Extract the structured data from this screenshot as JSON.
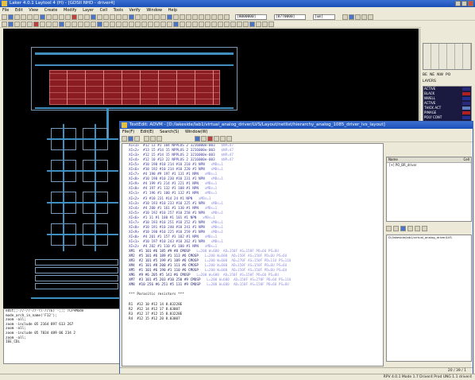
{
  "main_window": {
    "title": "Laker 4.0.1 Laytool 4 (H) - [GDSII NHD - driver4]",
    "menus": [
      "File",
      "Edit",
      "View",
      "Create",
      "Modify",
      "Layer",
      "Cell",
      "Tools",
      "Verify",
      "Window",
      "Help"
    ],
    "toolbar_fields": [
      "[8000000]",
      "[8770000]",
      "[um]"
    ]
  },
  "editor_window": {
    "title": "TextEdit: ADVM - [D:/lakeside/lab1/virtual_analog_driver/LVS/Layout/netlist/hierarchy_analog_1085_driver_lvs_layout]",
    "menus": [
      "File(F)",
      "Edit(E)",
      "Search(S)",
      "Window(W)"
    ],
    "lines": [
      {
        "t": "XI<1>  #12 13 #1 104 NPPLUS 2 3216000e-003",
        "c": "$NP=47",
        "k": "net"
      },
      {
        "t": "XI<2>  #13 15 #14 15 NPPLUS 2 3216000e-003",
        "c": "$NP=47",
        "k": "net"
      },
      {
        "t": "XI<3>  #12 15 #14 15 NPPLUS 2 3216000e-003",
        "c": "$NP=47",
        "k": "net"
      },
      {
        "t": "XI<4>  #12 10 #13 22 NPPLUS 2 3216000e-003",
        "c": "$NP=47",
        "k": "net"
      },
      {
        "t": "XI<5>  #10 190 #10 214 #10 210 #1 NPN",
        "c": "xMBs=1",
        "k": "net"
      },
      {
        "t": "XI<6>  #10 192 #10 214 #10 220 #1 NPN",
        "c": "xMBs=1",
        "k": "net"
      },
      {
        "t": "XI<7>  #4 190 #9 197 #1 131 #1 NPN",
        "c": "xMBs=1",
        "k": "net"
      },
      {
        "t": "XI<8>  #10 190 #10 230 #10 231 #1 NPN",
        "c": "xMBs=1",
        "k": "net"
      },
      {
        "t": "XI<9>  #4 199 #1 214 #1 221 #1 NPN",
        "c": "xMBs=1",
        "k": "net"
      },
      {
        "t": "XI<0>  #4 197 #1 132 #1 108 #1 NPN",
        "c": "xMBs=1",
        "k": "net"
      },
      {
        "t": "XI<1>  #1 196 #1 100 #1 132 #1 NPN",
        "c": "xMBs=1",
        "k": "net"
      },
      {
        "t": "XI<2>  #3 #10 231 #14 24 #1 NPN",
        "c": "xMBs=1",
        "k": "net"
      },
      {
        "t": "XI<3>  #10 193 #10 233 #10 225 #1 NPN",
        "c": "xMBs=1",
        "k": "net"
      },
      {
        "t": "XI<4>  #4 200 #1 161 #1 130 #1 NPN",
        "c": "xMBs=1",
        "k": "net"
      },
      {
        "t": "XI<5>  #10 192 #10 257 #10 258 #1 NPN",
        "c": "xMBs=1",
        "k": "net"
      },
      {
        "t": "XI<6>  #1 31 #1 100 #1 101 #1 NPN",
        "c": "xMBs=1",
        "k": "net"
      },
      {
        "t": "XI<7>  #10 193 #10 251 #10 252 #1 NPN",
        "c": "xMBs=1",
        "k": "net"
      },
      {
        "t": "XI<8>  #10 191 #10 240 #10 241 #1 NPN",
        "c": "xMBs=1",
        "k": "net"
      },
      {
        "t": "XI<9>  #10 190 #10 225 #10 259 #1 NPN",
        "c": "xMBs=1",
        "k": "net"
      },
      {
        "t": "XI<0>  #4 201 #1 157 #1 102 #1 NPN",
        "c": "xMBs=1",
        "k": "net"
      },
      {
        "t": "XI<1>  #10 197 #10 243 #10 262 #1 NPN",
        "c": "xMBs=1",
        "k": "net"
      },
      {
        "t": "XI<2>  #4 202 #1 110 #1 100 #1 NPN",
        "c": "xMBs=1",
        "k": "net"
      },
      {
        "t": "XM1  #1 101 #6 185 #9 #8 CMOSP",
        "c": "L=200 W=600  AD=150F AS=150F PD=6U PS=6U",
        "k": "dev"
      },
      {
        "t": "XM2  #5 101 #6 189 #1 113 #6 CMOSP",
        "c": "L=200 W=600  AD=150F AS=150F PD=6U PS=6U",
        "k": "dev"
      },
      {
        "t": "XM3  #2 101 #5 199 #1 109 #6 CMOSP",
        "c": "L=200 W=600  AD=270F AS=150F PD=11U PS=11U",
        "k": "dev"
      },
      {
        "t": "XM4  #1 101 #8 200 #1 111 #6 CMOSP",
        "c": "L=200 W=600  AD=150F AS=150F PD=6U PS=6U",
        "k": "dev"
      },
      {
        "t": "XM5  #1 101 #6 190 #1 110 #6 CMOSP",
        "c": "L=200 W=600  AD=150F AS=150F PD=6U PS=6U",
        "k": "dev"
      },
      {
        "t": "XM6  #9 #6 205 #5 141 #6 CMOSP",
        "c": "L=200 W=600  AD=150F AS=150F PD=6U PS=6U",
        "k": "dev"
      },
      {
        "t": "XM7  #3 101 #5 203 #10 250 #9 CMOSP",
        "c": "L=200 W=600  AD=150F AS=270F PD=6U PS=11U",
        "k": "dev"
      },
      {
        "t": "XM8  #10 256 #6 251 #5 131 #9 CMOSP",
        "c": "L=200 W=600  AD=150F AS=150F PD=6U PS=6U",
        "k": "dev"
      },
      {
        "t": "",
        "c": "",
        "k": "plain"
      },
      {
        "t": "*** Parasitic resistors ***",
        "c": "",
        "k": "plain"
      },
      {
        "t": "",
        "c": "",
        "k": "plain"
      },
      {
        "t": "R1  #12 10 #12 14 8.83228E",
        "c": "",
        "k": "plain"
      },
      {
        "t": "R2  #12 14 #12 17 8.03007",
        "c": "",
        "k": "plain"
      },
      {
        "t": "R3  #12 17 #12 15 8.83228E",
        "c": "",
        "k": "plain"
      },
      {
        "t": "R4  #12 15 #12 20 8.03007",
        "c": "",
        "k": "plain"
      }
    ],
    "status": "20 / 39 / 1"
  },
  "console": {
    "lines": [
      "edit;;-//-//-//-\\\\-//(E) -;;;  TCF%Mode",
      "mode_arch_in_name('F12');",
      "zoom -all;",
      "zoom -include 05 2164 897 613 267",
      "zoom -all;",
      "zoom -include 05 7034 489 06 234 2",
      "zoom -all;",
      "IEE_CDL"
    ]
  },
  "right_panel": {
    "layers_header": [
      "BE",
      "NE",
      "NW",
      "PO"
    ],
    "layers_label": "LAYERS",
    "layers": [
      {
        "name": "ACTIVE",
        "color": "#2a2a7a"
      },
      {
        "name": "BLACK",
        "color": "#b02020"
      },
      {
        "name": "NWELL",
        "color": "#203090"
      },
      {
        "name": "ACTIVE",
        "color": "#2a2a7a"
      },
      {
        "name": "THICK ACT",
        "color": "#6080c0"
      },
      {
        "name": "PIMAGE",
        "color": "#b02020"
      },
      {
        "name": "POLY CONT",
        "color": "#203090"
      }
    ],
    "tree_header": [
      "Name",
      "Cell"
    ],
    "tree_item": "[+] PO_BR_driver",
    "file_item": "D:/lakeside/lab1/virtual_analog_driver/LVS"
  },
  "status_bar": {
    "left": "",
    "right": "RPV 4.0.1 Mode 1.7   Driver4 Prod   UNG   1.1  driver4"
  }
}
